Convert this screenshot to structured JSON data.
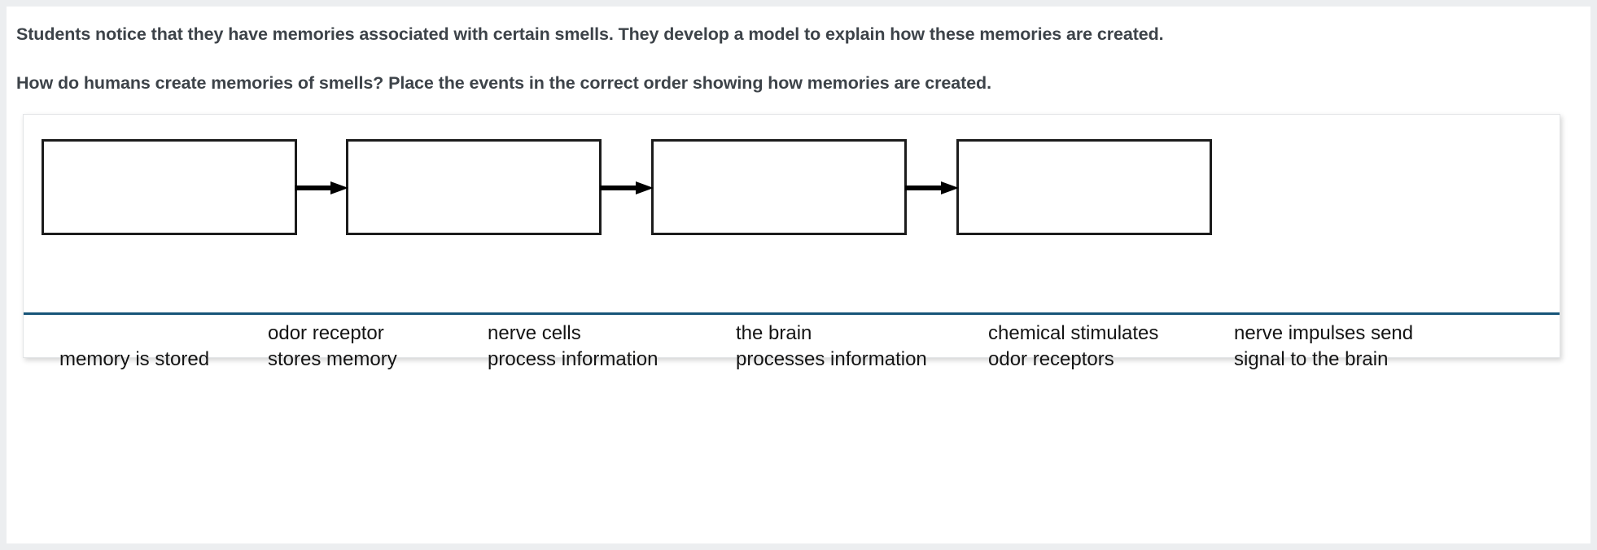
{
  "prompt": {
    "line1": "Students notice that they have memories associated with certain smells. They develop a model to explain how these memories are created.",
    "line2": "How do humans create memories of smells? Place the events in the correct order showing how memories are created."
  },
  "activity": {
    "type": "drag-and-drop-sequence",
    "divider_color": "#165478",
    "box_border_color": "#1c1c1c",
    "arrow_color": "#000000",
    "slots": [
      {
        "index": 1,
        "value": "",
        "placeholder": ""
      },
      {
        "index": 2,
        "value": "",
        "placeholder": ""
      },
      {
        "index": 3,
        "value": "",
        "placeholder": ""
      },
      {
        "index": 4,
        "value": "",
        "placeholder": ""
      }
    ],
    "arrows": [
      {
        "icon": "arrow-right-icon"
      },
      {
        "icon": "arrow-right-icon"
      },
      {
        "icon": "arrow-right-icon"
      }
    ],
    "options": [
      {
        "lines": [
          "memory is stored"
        ]
      },
      {
        "lines": [
          "odor receptor",
          "stores memory"
        ]
      },
      {
        "lines": [
          "nerve cells",
          "process information"
        ]
      },
      {
        "lines": [
          "the brain",
          "processes information"
        ]
      },
      {
        "lines": [
          "chemical stimulates",
          "odor receptors"
        ]
      },
      {
        "lines": [
          "nerve impulses send",
          "signal to the brain"
        ]
      }
    ]
  }
}
